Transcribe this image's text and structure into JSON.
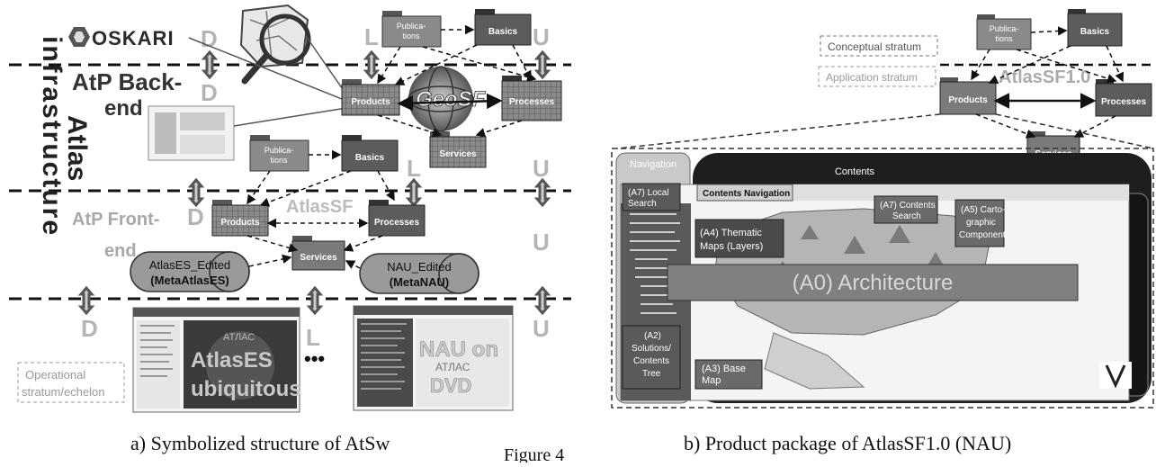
{
  "left_panel": {
    "title_vertical_atlas": "Atlas",
    "title_vertical_infrastructure": "infrastructure",
    "oskari": "OSKARI",
    "backend_line1": "AtP Back-",
    "backend_line2": "end",
    "frontend_line1": "AtP Front-",
    "frontend_line2": "end",
    "layer_d": "D",
    "layer_l": "L",
    "layer_u": "U",
    "geosf": "GeoSF",
    "atlassf": "AtlasSF",
    "top_packages": {
      "publications": "Publica-\ntions",
      "basics": "Basics",
      "products": "Products",
      "processes": "Processes",
      "services": "Services"
    },
    "mid_packages": {
      "publications": "Publica-\ntions",
      "basics": "Basics",
      "products": "Products",
      "processes": "Processes",
      "services": "Services"
    },
    "atlases_line1": "AtlasES_Edited",
    "atlases_line2": "(MetaAtlasES)",
    "nau_line1": "NAU_Edited",
    "nau_line2": "(MetaNAU)",
    "operational_line1": "Operational",
    "operational_line2": "stratum/echelon",
    "screen1_line1": "AtlasES",
    "screen1_line2": "ubiquitous",
    "screen1_small": "АТЛАС",
    "ellipsis": "•••",
    "screen2_line1": "NAU on",
    "screen2_line2": "DVD",
    "screen2_small": "АТЛАС"
  },
  "right_panel": {
    "conceptual": "Conceptual stratum",
    "application": "Application stratum",
    "atlassf10": "AtlasSF1.0",
    "packages": {
      "publications": "Publica-\ntions",
      "basics": "Basics",
      "products": "Products",
      "processes": "Processes",
      "services": "Services"
    },
    "navigation": "Navigation",
    "contents": "Contents",
    "contents_navigation": "Contents Navigation",
    "a7_local_search": "(A7) Local\nSearch",
    "a7_contents_search": "(A7) Contents\nSearch",
    "a4": "(A4) Thematic\nMaps (Layers)",
    "a5": "(A5) Carto-\ngraphic\nComponent",
    "a0": "(A0) Architecture",
    "a2": "(A2)\nSolutions/\nContents\nTree",
    "a3": "(A3) Base\nMap"
  },
  "captions": {
    "left": "a) Symbolized structure of AtSw",
    "center": "Figure 4",
    "right": "b) Product package of AtlasSF1.0 (NAU)"
  },
  "colors": {
    "package_fill": "#6e6e6e",
    "package_dark": "#3c3c3c",
    "layer_letter": "#b4b4b4",
    "contents_bg": "#1e1e1e",
    "nav_bg": "#c8c8c8"
  }
}
